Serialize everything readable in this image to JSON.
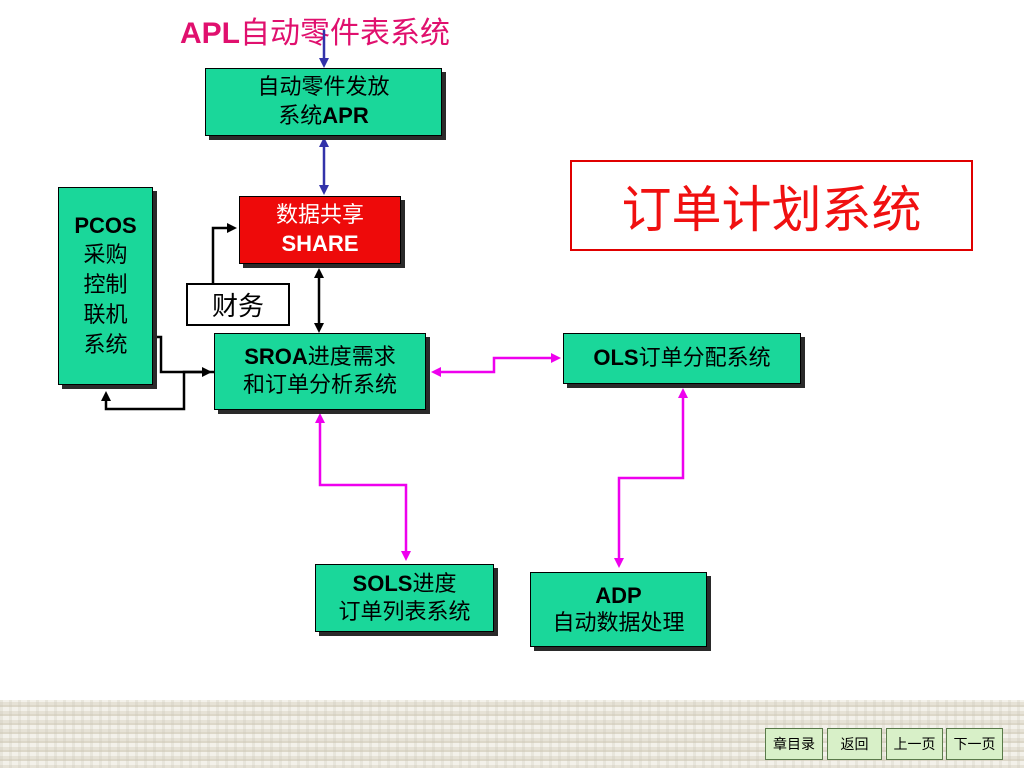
{
  "title": {
    "latin": "APL",
    "cn": "自动零件表系统"
  },
  "nodes": {
    "apr": {
      "line1": "自动零件发放",
      "line2_cn": "系统",
      "line2_latin": "APR"
    },
    "share": {
      "line1": "数据共享",
      "line2": "SHARE"
    },
    "pcos": {
      "line1": "PCOS",
      "line2": "采购",
      "line3": "控制",
      "line4": "联机",
      "line5": "系统"
    },
    "finance": "财务",
    "sroa": {
      "line1_latin": "SROA",
      "line1_cn": "进度需求",
      "line2": "和订单分析系统"
    },
    "ols": {
      "latin": "OLS",
      "cn": "订单分配系统"
    },
    "sols": {
      "line1_latin": "SOLS",
      "line1_cn": "进度",
      "line2": "订单列表系统"
    },
    "adp": {
      "line1": "ADP",
      "line2": "自动数据处理"
    }
  },
  "order_plan_label": "订单计划系统",
  "nav": {
    "chapter_contents": "章目录",
    "back": "返回",
    "prev_page": "上一页",
    "next_page": "下一页"
  },
  "colors": {
    "node_fill": "#1ad79a",
    "share_fill": "#ee0a0a",
    "title_color": "#e0106e",
    "link_blue": "#3333aa",
    "link_magenta": "#ee00ee",
    "label_red": "#f01010"
  }
}
